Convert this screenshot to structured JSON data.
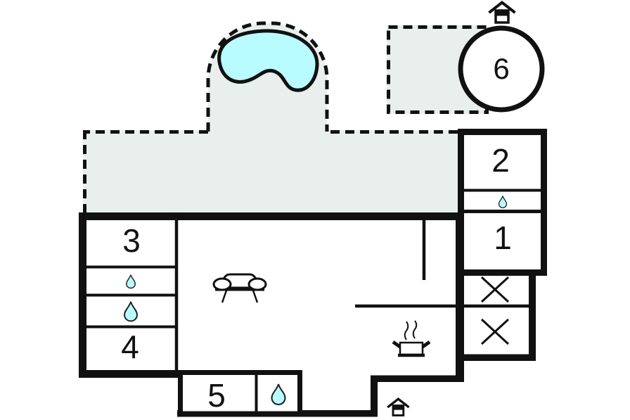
{
  "plan_type": "floor-plan",
  "colors": {
    "wall": "#111111",
    "outdoor_area_fill": "#e8efec",
    "water_fill": "#b9fcff",
    "background": "#ffffff"
  },
  "rooms": [
    {
      "number": "6"
    },
    {
      "number": "2"
    },
    {
      "number": "1"
    },
    {
      "number": "3"
    },
    {
      "number": "4"
    },
    {
      "number": "5"
    }
  ],
  "icons": {
    "entrances": [
      "house-entrance-icon-top",
      "house-entrance-icon-bottom"
    ],
    "pool": "swimming-pool",
    "water_drops": 4,
    "sofa": "sofa-icon",
    "kitchen": "cooking-pot-icon",
    "crossed_cells": 2
  }
}
